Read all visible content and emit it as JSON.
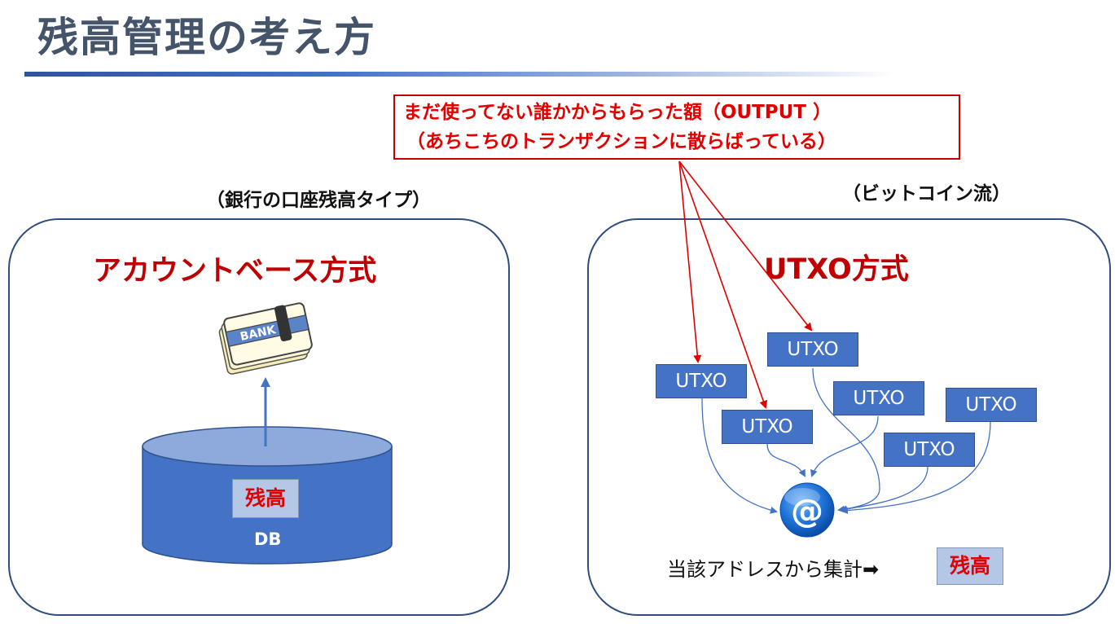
{
  "slide": {
    "title": "残高管理の考え方"
  },
  "callout": {
    "line1": "まだ使ってない誰かからもらった額（OUTPUT ）",
    "line2": "（あちこちのトランザクションに散らばっている）"
  },
  "left_panel": {
    "type_label": "（銀行の口座残高タイプ）",
    "title": "アカウントベース方式",
    "bank_book_text": "BANK",
    "balance_label": "残高",
    "db_label": "DB"
  },
  "right_panel": {
    "type_label": "（ビットコイン流）",
    "title": "UTXO方式",
    "utxo_boxes": [
      "UTXO",
      "UTXO",
      "UTXO",
      "UTXO",
      "UTXO",
      "UTXO"
    ],
    "address_symbol": "@",
    "sum_text": "当該アドレスから集計➡",
    "balance_label": "残高"
  },
  "colors": {
    "title": "#44546A",
    "callout_border": "#C00000",
    "callout_text": "#E00000",
    "panel_title": "#C00000",
    "utxo_fill": "#4472C4",
    "db_fill": "#4472C4",
    "balance_fill": "#B4C7E7",
    "red_arrow": "#E00000"
  }
}
